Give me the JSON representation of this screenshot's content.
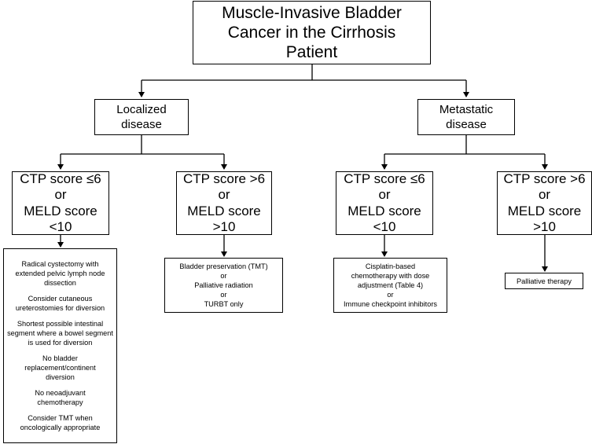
{
  "root": {
    "lines": [
      "Muscle-Invasive Bladder",
      "Cancer in the Cirrhosis",
      "Patient"
    ]
  },
  "localized": {
    "lines": [
      "Localized",
      "disease"
    ]
  },
  "metastatic": {
    "lines": [
      "Metastatic",
      "disease"
    ]
  },
  "loc_ctp_low": {
    "lines": [
      "CTP score ≤6",
      "or",
      "MELD score",
      "<10"
    ]
  },
  "loc_ctp_high": {
    "lines": [
      "CTP score >6",
      "or",
      "MELD score",
      ">10"
    ]
  },
  "met_ctp_low": {
    "lines": [
      "CTP score ≤6",
      "or",
      "MELD score",
      "<10"
    ]
  },
  "met_ctp_high": {
    "lines": [
      "CTP score >6",
      "or",
      "MELD score",
      ">10"
    ]
  },
  "loc_low_treatment": {
    "items": [
      "Radical cystectomy with extended pelvic lymph node dissection",
      "Consider cutaneous ureterostomies for diversion",
      "Shortest possible intestinal segment where a bowel segment is used for diversion",
      "No bladder replacement/continent diversion",
      "No neoadjuvant chemotherapy",
      "Consider TMT when oncologically appropriate"
    ]
  },
  "loc_high_treatment": {
    "lines": [
      "Bladder preservation (TMT)",
      "or",
      "Palliative radiation",
      "or",
      "TURBT only"
    ]
  },
  "met_low_treatment": {
    "lines": [
      "Cisplatin-based",
      "chemotherapy with dose",
      "adjustment (Table 4)",
      "or",
      "Immune checkpoint inhibitors"
    ]
  },
  "met_high_treatment": {
    "lines": [
      "Palliative therapy"
    ]
  }
}
